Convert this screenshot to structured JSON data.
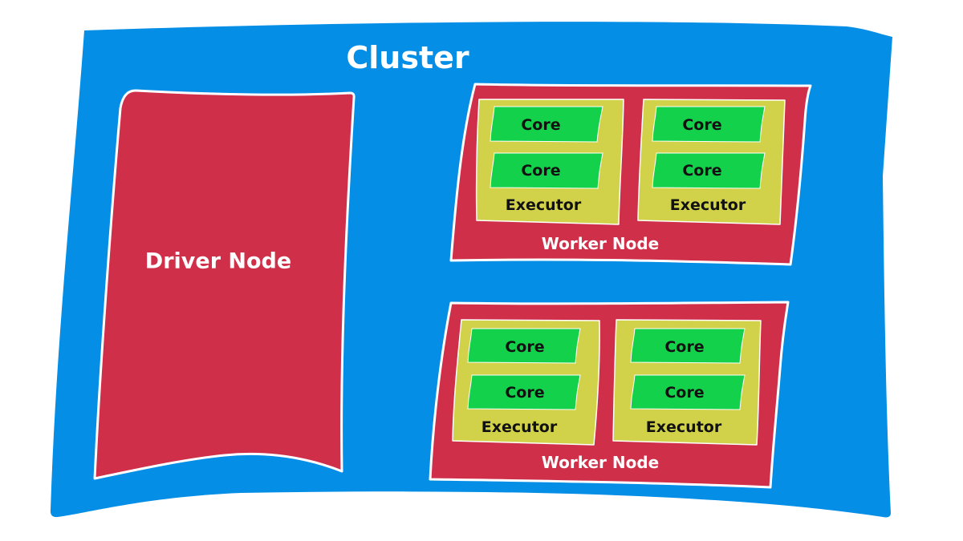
{
  "colors": {
    "cluster": "#058ee6",
    "node": "#cf2f48",
    "executor": "#d1d24a",
    "core": "#13d14a",
    "outline": "#ffffff",
    "dark_text": "#111111"
  },
  "cluster": {
    "label": "Cluster"
  },
  "driver_node": {
    "label": "Driver Node"
  },
  "worker_nodes": [
    {
      "label": "Worker Node",
      "executors": [
        {
          "label": "Executor",
          "cores": [
            {
              "label": "Core"
            },
            {
              "label": "Core"
            }
          ]
        },
        {
          "label": "Executor",
          "cores": [
            {
              "label": "Core"
            },
            {
              "label": "Core"
            }
          ]
        }
      ]
    },
    {
      "label": "Worker Node",
      "executors": [
        {
          "label": "Executor",
          "cores": [
            {
              "label": "Core"
            },
            {
              "label": "Core"
            }
          ]
        },
        {
          "label": "Executor",
          "cores": [
            {
              "label": "Core"
            },
            {
              "label": "Core"
            }
          ]
        }
      ]
    }
  ]
}
